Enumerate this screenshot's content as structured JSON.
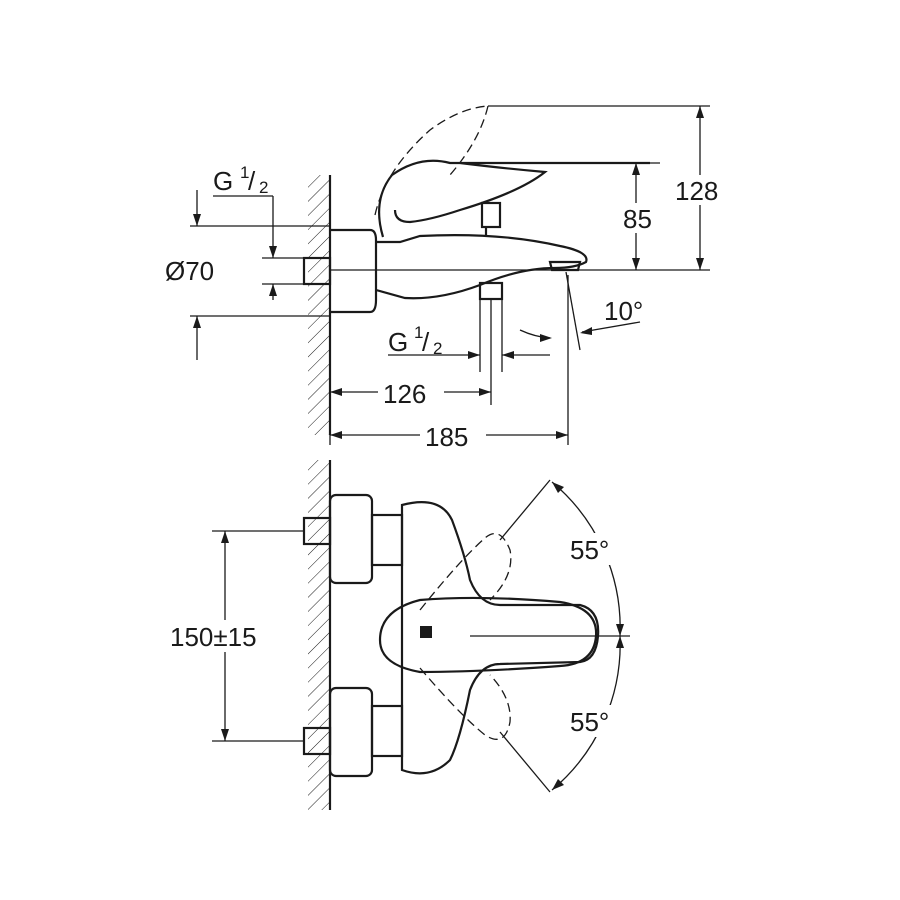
{
  "side_view": {
    "inlet_thread_top": {
      "main": "G",
      "num": "1",
      "den": "2"
    },
    "diameter": "Ø70",
    "outlet_thread": {
      "main": "G",
      "num": "1",
      "den": "2"
    },
    "dim_126": "126",
    "dim_185": "185",
    "dim_85": "85",
    "dim_128": "128",
    "angle_10": "10°"
  },
  "top_view": {
    "spacing": "150±15",
    "angle_upper": "55°",
    "angle_lower": "55°"
  }
}
